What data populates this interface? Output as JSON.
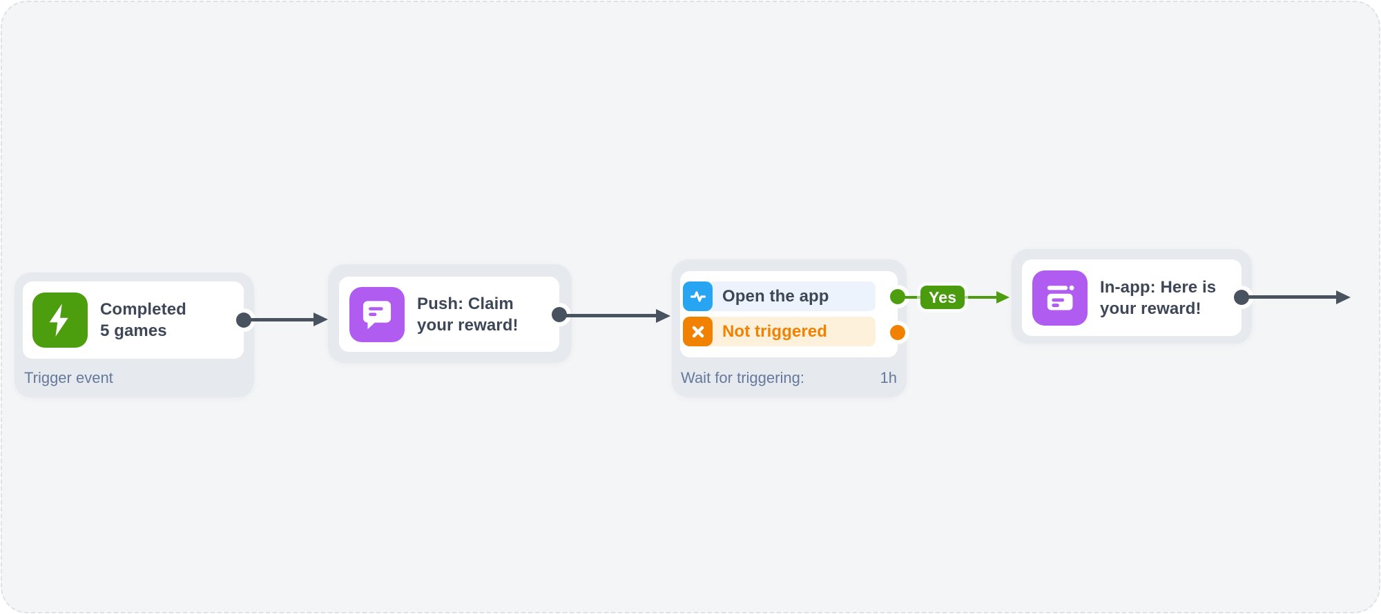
{
  "canvas": {
    "background": "#f4f5f6"
  },
  "colors": {
    "green": "#4d9e0e",
    "orange": "#f18101",
    "blue": "#27a4f2",
    "purple": "#b15cf0",
    "connector_dark": "#49525f",
    "node_frame": "#e6e9ee",
    "title_text": "#3e4757",
    "footer_text": "#64799b",
    "row_blue_bg": "#ecf3fc",
    "row_orange_bg": "#fdf1dc"
  },
  "icons": {
    "trigger": "lightning-bolt-icon",
    "push": "chat-message-icon",
    "open_app": "activity-pulse-icon",
    "not_triggered": "x-cross-icon",
    "inapp": "inapp-banner-icon"
  },
  "nodes": {
    "trigger": {
      "title": "Completed 5 games",
      "footer": "Trigger event"
    },
    "push": {
      "title": "Push: Claim your reward!"
    },
    "wait": {
      "branches": [
        {
          "label": "Open the app"
        },
        {
          "label": "Not triggered"
        }
      ],
      "footer_label": "Wait for triggering:",
      "footer_value": "1h"
    },
    "inapp": {
      "title": "In-app: Here is your reward!"
    }
  },
  "connectors": {
    "yes_label": "Yes"
  }
}
